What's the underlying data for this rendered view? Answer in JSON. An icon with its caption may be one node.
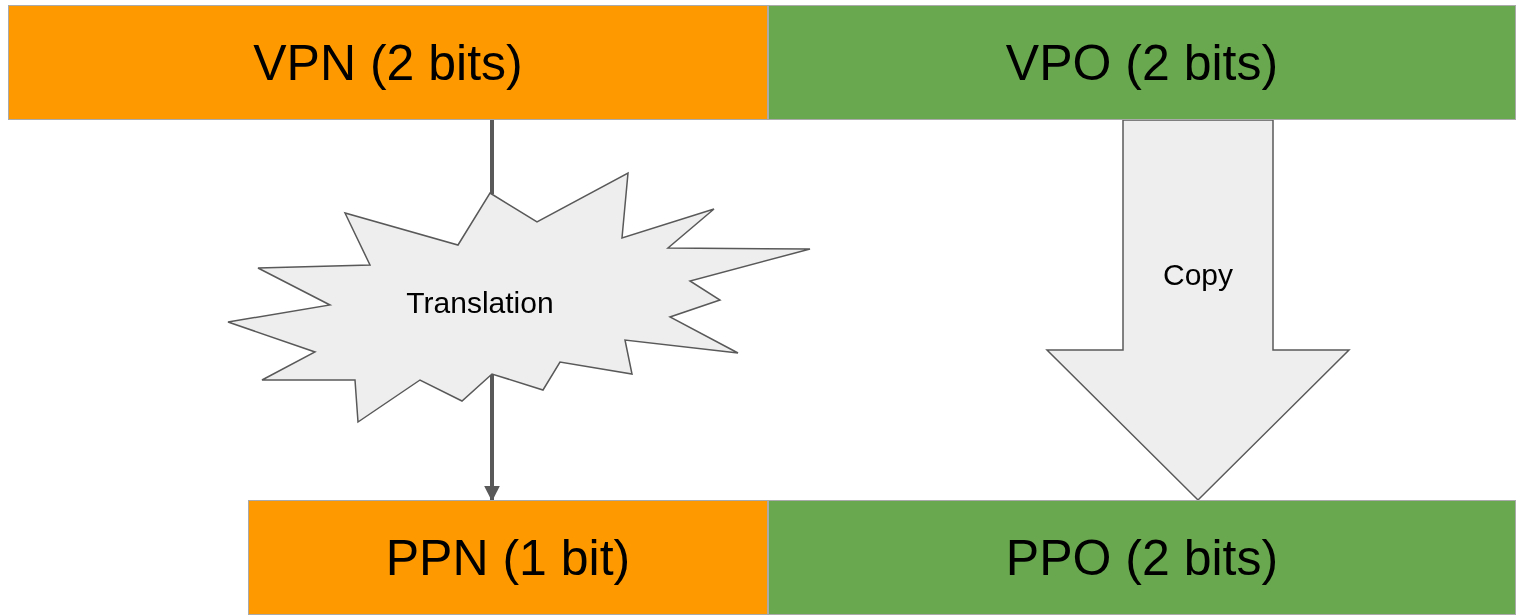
{
  "diagram": {
    "nodes": [
      {
        "text": [
          "VPN (2 bits)"
        ]
      },
      {
        "text": [
          "VPO (2 bits)"
        ]
      },
      {
        "text": [
          "Translation"
        ]
      },
      {
        "text": [
          "PPN (1 bit)"
        ]
      },
      {
        "text": [
          "PPO (2 bits)"
        ]
      }
    ],
    "edges": [
      {
        "from": 0,
        "to": 2,
        "arrow": "none"
      },
      {
        "from": 2,
        "to": 3,
        "arrow": "to"
      },
      {
        "from": 1,
        "to": 4,
        "arrow": "to",
        "label": "Copy",
        "style": "thick"
      }
    ]
  }
}
